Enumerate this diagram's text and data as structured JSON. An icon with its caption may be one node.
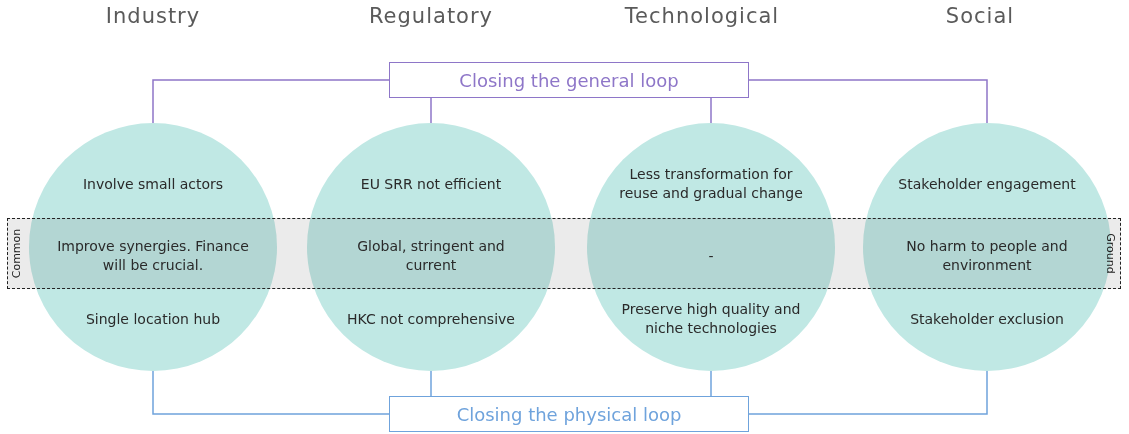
{
  "diagram": {
    "nodes": [
      {
        "text": [
          "Closing the general loop"
        ]
      },
      {
        "text": [
          "Involve small actors",
          "Improve synergies. Finance will be crucial.",
          "Single location hub"
        ]
      },
      {
        "text": [
          "EU SRR not efficient",
          "Global, stringent and current",
          "HKC not comprehensive"
        ]
      },
      {
        "text": [
          "Less transformation for reuse and gradual change",
          "-",
          "Preserve high quality and niche technologies"
        ]
      },
      {
        "text": [
          "Stakeholder engagement",
          "No harm to people and environment",
          "Stakeholder exclusion"
        ]
      },
      {
        "text": [
          "Closing the physical loop"
        ]
      },
      {
        "text": [
          "Common",
          "Ground"
        ]
      }
    ],
    "edges": [
      {
        "from": 0,
        "to": 1,
        "arrow": "none",
        "color": "#8e76c8"
      },
      {
        "from": 0,
        "to": 2,
        "arrow": "none",
        "color": "#8e76c8"
      },
      {
        "from": 0,
        "to": 3,
        "arrow": "none",
        "color": "#8e76c8"
      },
      {
        "from": 0,
        "to": 4,
        "arrow": "none",
        "color": "#8e76c8"
      },
      {
        "from": 1,
        "to": 5,
        "arrow": "none",
        "color": "#6fa3dc"
      },
      {
        "from": 2,
        "to": 5,
        "arrow": "none",
        "color": "#6fa3dc"
      },
      {
        "from": 3,
        "to": 5,
        "arrow": "none",
        "color": "#6fa3dc"
      },
      {
        "from": 4,
        "to": 5,
        "arrow": "none",
        "color": "#6fa3dc"
      }
    ],
    "labels": [
      "Industry",
      "Regulatory",
      "Technological",
      "Social"
    ]
  }
}
